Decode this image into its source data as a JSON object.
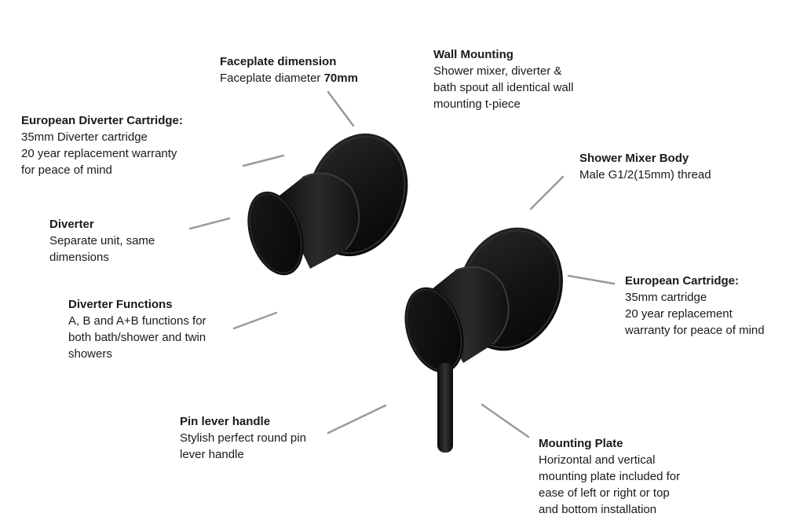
{
  "callouts": {
    "faceplate": {
      "title": "Faceplate dimension",
      "line1_text": "Faceplate diameter ",
      "line1_bold": "70mm"
    },
    "wall": {
      "title": "Wall Mounting",
      "lines": [
        "Shower mixer, diverter &",
        "bath spout all identical wall",
        "mounting t-piece"
      ]
    },
    "euro_diverter": {
      "title": "European Diverter Cartridge:",
      "lines": [
        "35mm Diverter cartridge",
        "20 year replacement warranty",
        "for peace of mind"
      ]
    },
    "mixer_body": {
      "title": "Shower Mixer Body",
      "lines": [
        "Male G1/2(15mm) thread"
      ]
    },
    "diverter": {
      "title": "Diverter",
      "lines": [
        "Separate unit, same",
        "dimensions"
      ]
    },
    "euro_cartridge": {
      "title": "European Cartridge:",
      "lines": [
        "35mm cartridge",
        "20 year replacement",
        "warranty for peace of mind"
      ]
    },
    "diverter_functions": {
      "title": "Diverter Functions",
      "lines": [
        "A, B and A+B functions for",
        "both bath/shower and twin",
        "showers"
      ]
    },
    "pin_lever": {
      "title": "Pin lever handle",
      "lines": [
        "Stylish perfect round pin",
        "lever handle"
      ]
    },
    "mounting_plate": {
      "title": "Mounting Plate",
      "lines": [
        "Horizontal and vertical",
        "mounting plate included for",
        "ease of left or right or top",
        "and bottom installation"
      ]
    }
  },
  "colors": {
    "product": "#151515",
    "leader": "#9a9a9a",
    "text": "#1a1a1a"
  }
}
